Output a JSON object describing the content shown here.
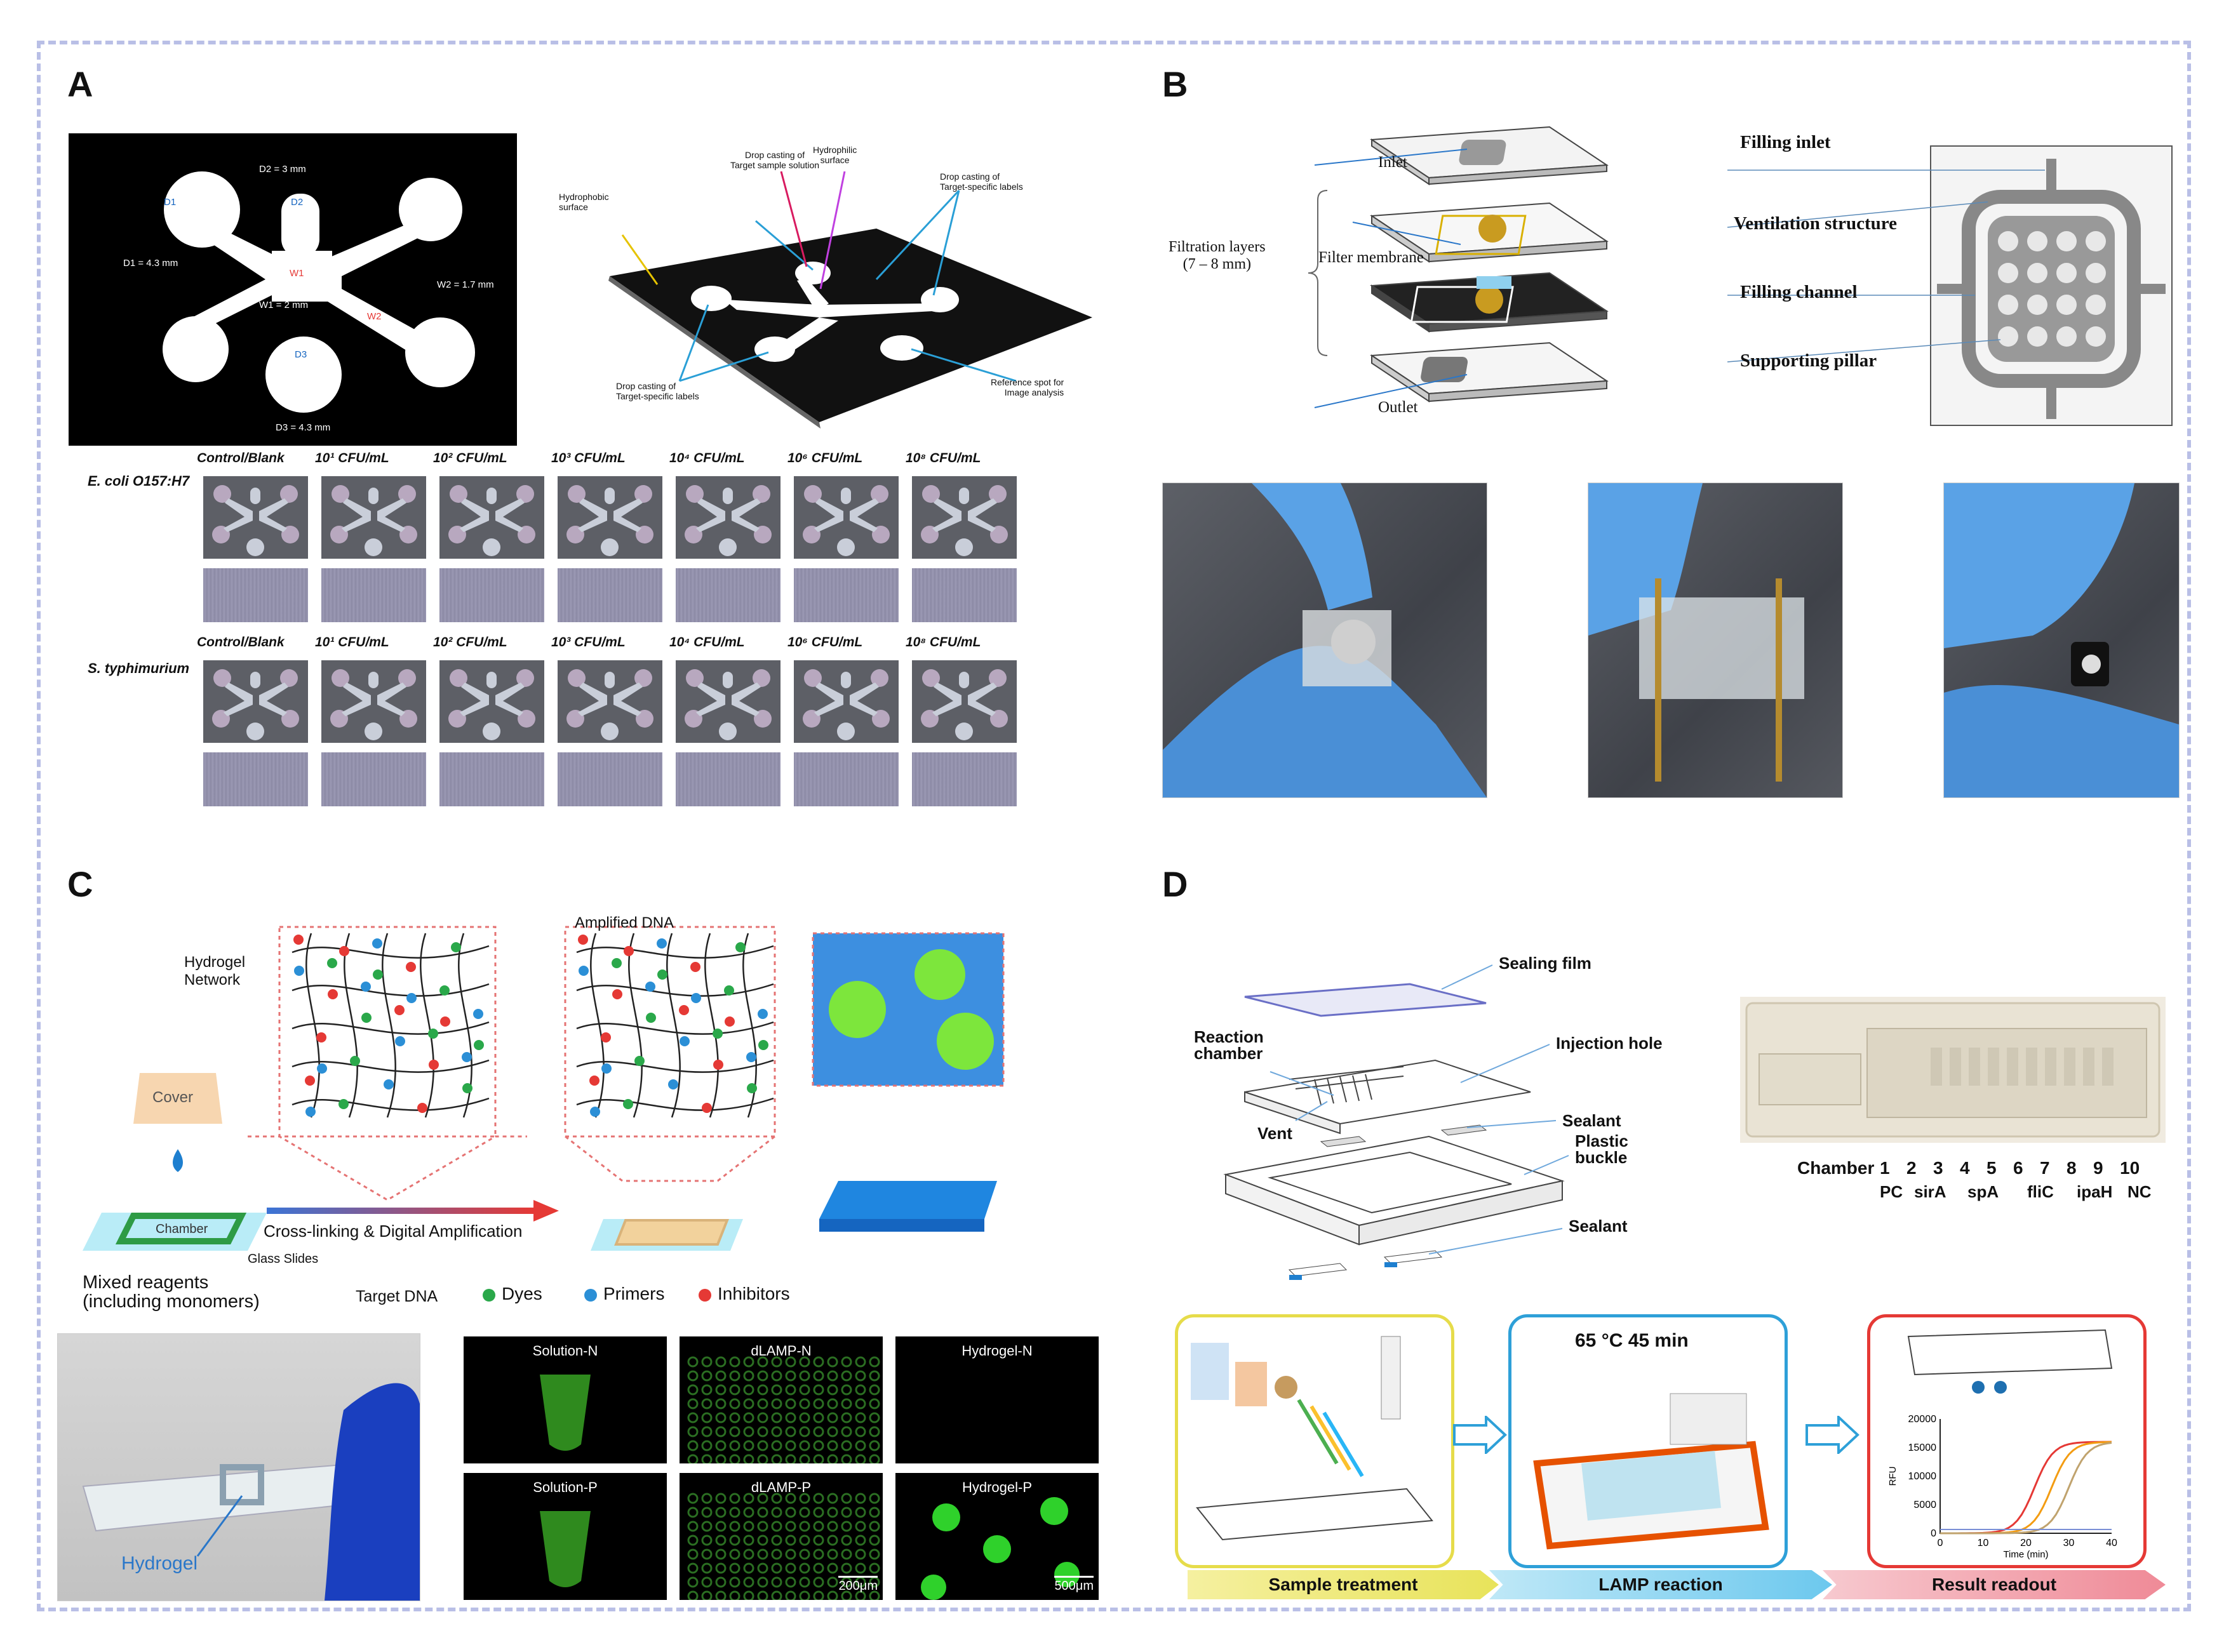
{
  "panels": {
    "a": {
      "label": "A",
      "dims": {
        "d2": "D2 = 3 mm",
        "d1_short": "D1",
        "d2_short": "D2",
        "d1": "D1 = 4.3 mm",
        "w1_short": "W1",
        "w2": "W2 = 1.7 mm",
        "w1": "W1 = 2 mm",
        "w2_short": "W2",
        "d3_short": "D3",
        "d3": "D3 = 4.3 mm"
      },
      "schematic": {
        "drop_sample": "Drop casting of\nTarget sample solution",
        "hydrophilic": "Hydrophilic\nsurface",
        "hydrophobic": "Hydrophobic\nsurface",
        "drop_labels_top": "Drop casting of\nTarget-specific labels",
        "drop_labels_bottom": "Drop casting of\nTarget-specific labels",
        "reference": "Reference spot for\nImage analysis"
      },
      "columns": [
        "Control/Blank",
        "10¹ CFU/mL",
        "10² CFU/mL",
        "10³ CFU/mL",
        "10⁴ CFU/mL",
        "10⁶ CFU/mL",
        "10⁸ CFU/mL"
      ],
      "columns_row2": [
        "Control/Blank",
        "10¹ CFU/mL",
        "10² CFU/mL",
        "10³ CFU/mL",
        "10⁴ CFU/mL",
        "10⁶ CFU/mL",
        "10⁸ CFU/mL"
      ],
      "row1_label": "E. coli O157:H7",
      "row2_label": "S. typhimurium"
    },
    "b": {
      "label": "B",
      "inlet": "Inlet",
      "filtration_layers": "Filtration layers\n(7 – 8 mm)",
      "filter_membrane": "Filter membrane",
      "outlet": "Outlet",
      "filling_inlet": "Filling inlet",
      "ventilation": "Ventilation  structure",
      "filling_channel": "Filling channel",
      "supporting_pillar": "Supporting pillar"
    },
    "c": {
      "label": "C",
      "hydrogel_network": "Hydrogel\nNetwork",
      "amplified_dna": "Amplified DNA",
      "cover": "Cover",
      "chamber": "Chamber",
      "crosslinking": "Cross-linking  &  Digital Amplification",
      "glass_slides": "Glass  Slides",
      "mixed_reagents": "Mixed reagents\n(including monomers)",
      "target_dna": "Target DNA",
      "dyes": "Dyes",
      "primers": "Primers",
      "inhibitors": "Inhibitors",
      "hydrogel_photo": "Hydrogel",
      "grid": [
        "Solution-N",
        "dLAMP-N",
        "Hydrogel-N",
        "Solution-P",
        "dLAMP-P",
        "Hydrogel-P"
      ],
      "scale_200": "200μm",
      "scale_500": "500μm",
      "colors": {
        "dyes": "#2aa84a",
        "primers": "#2b8fd6",
        "inhibitors": "#e53935"
      }
    },
    "d": {
      "label": "D",
      "sealing_film": "Sealing film",
      "reaction_chamber": "Reaction\nchamber",
      "injection_hole": "Injection hole",
      "sealant_top": "Sealant",
      "vent": "Vent",
      "plastic_buckle": "Plastic\nbuckle",
      "sealant_bottom": "Sealant",
      "chamber_label": "Chamber",
      "chamber_numbers": [
        "1",
        "2",
        "3",
        "4",
        "5",
        "6",
        "7",
        "8",
        "9",
        "10"
      ],
      "chamber_groups": [
        "PC",
        "sirA",
        "spA",
        "fliC",
        "ipaH",
        "NC"
      ],
      "condition": "65 °C   45 min",
      "plot_y_label": "RFU",
      "plot_x_label": "Time (min)",
      "plot_y_ticks": [
        "20000",
        "15000",
        "10000",
        "5000",
        "0"
      ],
      "plot_x_ticks": [
        "0",
        "10",
        "20",
        "30",
        "40"
      ],
      "steps": [
        "Sample treatment",
        "LAMP reaction",
        "Result readout"
      ]
    }
  }
}
